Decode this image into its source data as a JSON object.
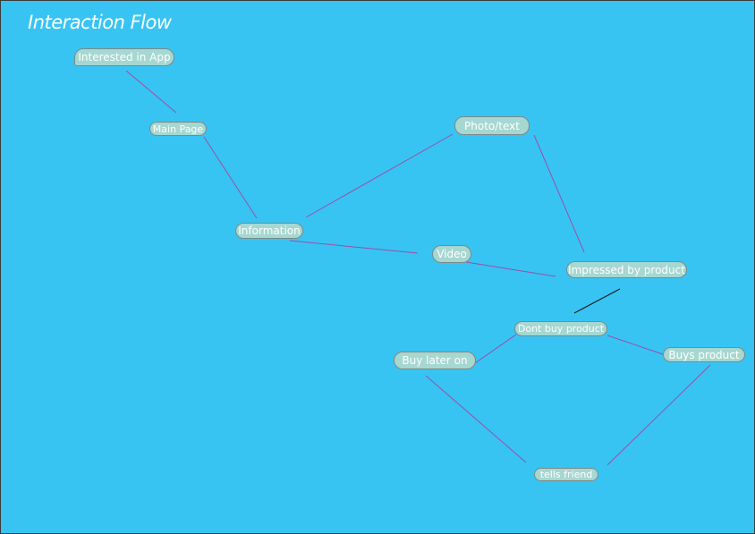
{
  "title": "Interaction Flow",
  "colors": {
    "background": "#38c4f3",
    "node_fill": "#a6d7d0",
    "node_border": "#7a8a88",
    "edge": "#9b4fa6",
    "accent_edge": "#1a1a1a",
    "text": "#ffffff"
  },
  "nodes": {
    "interested": "Interested in App",
    "main_page": "Main Page",
    "information": "Information",
    "photo_text": "Photo/text",
    "video": "Video",
    "impressed": "Impressed by product",
    "dont_buy": "Dont buy product",
    "buy_later": "Buy later on",
    "buys": "Buys product",
    "tells_friend": "tells friend"
  },
  "edges": [
    [
      "interested",
      "main_page"
    ],
    [
      "main_page",
      "information"
    ],
    [
      "information",
      "photo_text"
    ],
    [
      "information",
      "video"
    ],
    [
      "photo_text",
      "impressed"
    ],
    [
      "video",
      "impressed"
    ],
    [
      "impressed",
      "dont_buy"
    ],
    [
      "dont_buy",
      "buy_later"
    ],
    [
      "dont_buy",
      "buys"
    ],
    [
      "buy_later",
      "tells_friend"
    ],
    [
      "buys",
      "tells_friend"
    ]
  ]
}
